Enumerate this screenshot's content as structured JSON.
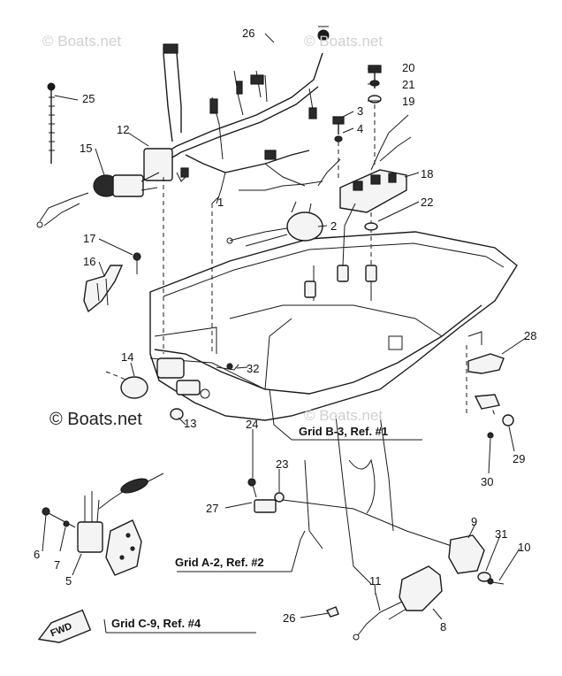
{
  "watermarks": [
    "© Boats.net",
    "© Boats.net",
    "© Boats.net",
    "© Boats.net"
  ],
  "callouts": [
    "Grid B-3, Ref. #1",
    "Grid A-2, Ref. #2",
    "Grid C-9, Ref. #4"
  ],
  "part_numbers": [
    "1",
    "2",
    "3",
    "4",
    "5",
    "6",
    "7",
    "8",
    "9",
    "10",
    "11",
    "12",
    "13",
    "14",
    "15",
    "16",
    "17",
    "18",
    "19",
    "20",
    "21",
    "22",
    "23",
    "24",
    "25",
    "26",
    "27",
    "28",
    "29",
    "30",
    "31",
    "32",
    "26"
  ],
  "fwd_label": "FWD"
}
